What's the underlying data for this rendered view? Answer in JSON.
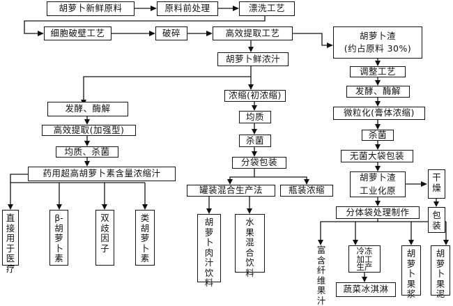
{
  "nodes": {
    "raw_material": "胡萝卜新鲜原料",
    "preprocess": "原料前处理",
    "rinse": "漂洗工艺",
    "cell_break": "细胞破壁工艺",
    "crush": "破碎",
    "extract": "高效提取工艺",
    "fresh_juice": "胡萝卜鲜浓汁",
    "ferment_left": "发酵、酶解",
    "extract_strong": "高效提取(加强型)",
    "homogen_sterilize": "均质、杀菌",
    "medicinal": "药用超高胡萝卜素含量浓缩汁",
    "concentrate": "浓缩(初浓缩)",
    "homogen": "均质",
    "sterilize_mid": "杀菌",
    "bagging": "分袋包装",
    "canning": "罐装混合生产法",
    "bottle": "瓶装浓缩",
    "pomace_title": "胡萝卜渣",
    "pomace_sub": "(约占原料 30%)",
    "adjust": "调整工艺",
    "ferment_right": "发酵、酶解",
    "micronize": "微粒化(膏体浓缩)",
    "sterilize_right": "杀菌",
    "aseptic": "无菌大袋包装",
    "industrial_line1": "胡萝卜渣",
    "industrial_line2": "工业化原",
    "dry": "干燥",
    "pack": "包装",
    "split_bag": "分体袋处理制作",
    "direct_medical": "直接用于医疗",
    "beta_carotene": "β-胡萝卜素",
    "bifido": "双歧因子",
    "carotenoid": "类胡萝卜素",
    "pulp_drink": "胡萝卜肉汁饮料",
    "fruit_drink": "水果混合饮料",
    "fiber_juice": "富含纤维果汁",
    "frozen_process": "冷冻加工生产",
    "ice_cream": "蔬菜冰淇淋",
    "jam": "胡萝卜果浆",
    "puree": "胡萝卜果泥"
  }
}
